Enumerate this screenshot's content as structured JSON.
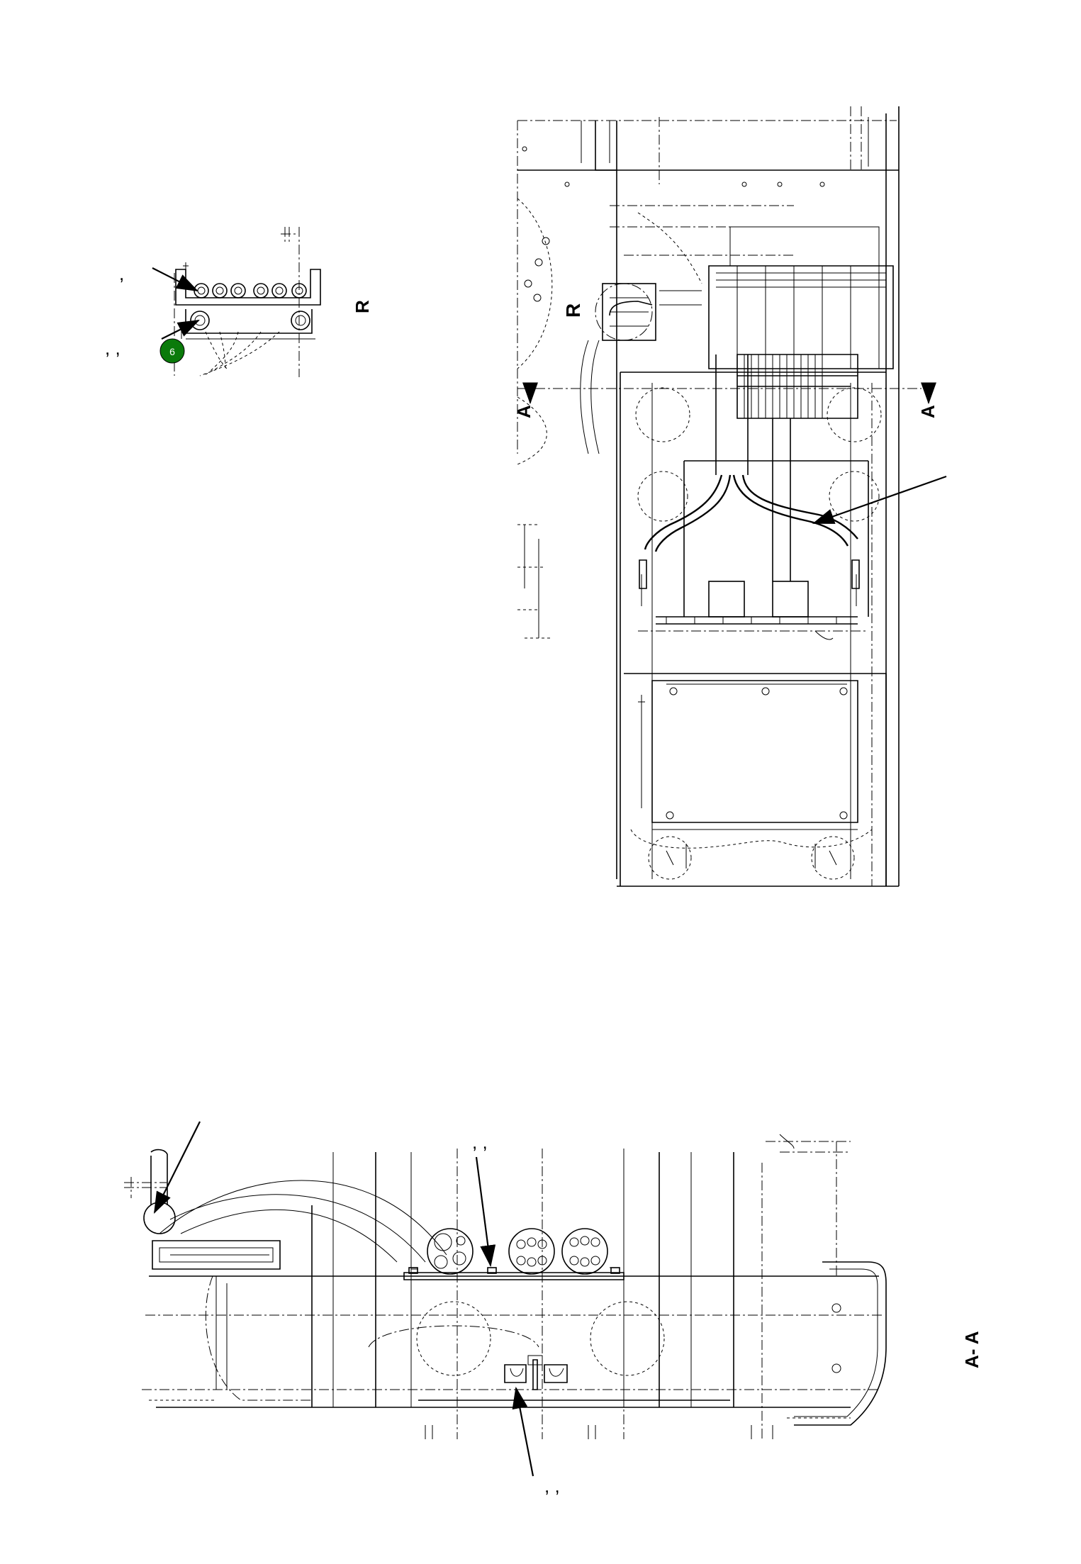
{
  "labels": {
    "detail_r_small": "R",
    "detail_r_main": "R",
    "section_a_left": "A",
    "section_a_right": "A",
    "section_title": "A- A",
    "balloon_number": "6",
    "comma_1": ",",
    "comma_2": ", ,",
    "comma_3": ", ,",
    "comma_4": ", ,"
  },
  "colors": {
    "balloon_fill": "#0a7a0a",
    "balloon_text": "#ffffff",
    "line": "#000000"
  }
}
